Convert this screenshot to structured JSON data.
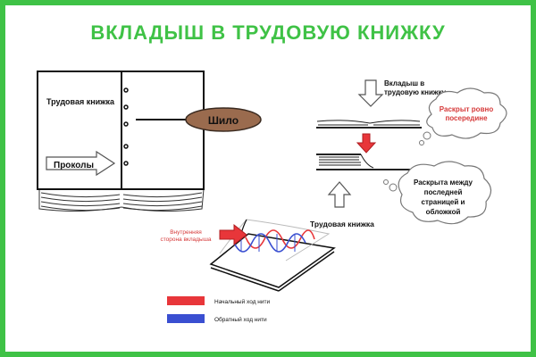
{
  "title": "ВКЛАДЫШ В ТРУДОВУЮ КНИЖКУ",
  "book": {
    "label": "Трудовая книжка",
    "holes_label": "Проколы",
    "awl_label": "Шило"
  },
  "insert": {
    "label_line1": "Вкладыш в",
    "label_line2": "трудовую книжку",
    "cloud_top_line1": "Раскрыт ровно",
    "cloud_top_line2": "посередине",
    "cloud_bottom_line1": "Раскрыта между",
    "cloud_bottom_line2": "последней",
    "cloud_bottom_line3": "страницей и",
    "cloud_bottom_line4": "обложкой",
    "book_label": "Трудовая книжка"
  },
  "stitch": {
    "inner_label_line1": "Внутренняя",
    "inner_label_line2": "сторона вкладыша"
  },
  "legend": [
    {
      "label": "Начальный ход нити",
      "color": "#e8363a"
    },
    {
      "label": "Обратный ход нити",
      "color": "#3a4fd1"
    }
  ],
  "colors": {
    "frame": "#3fc246",
    "awl": "#9a6b4e",
    "thread_forward": "#e8363a",
    "thread_back": "#3a4fd1"
  }
}
